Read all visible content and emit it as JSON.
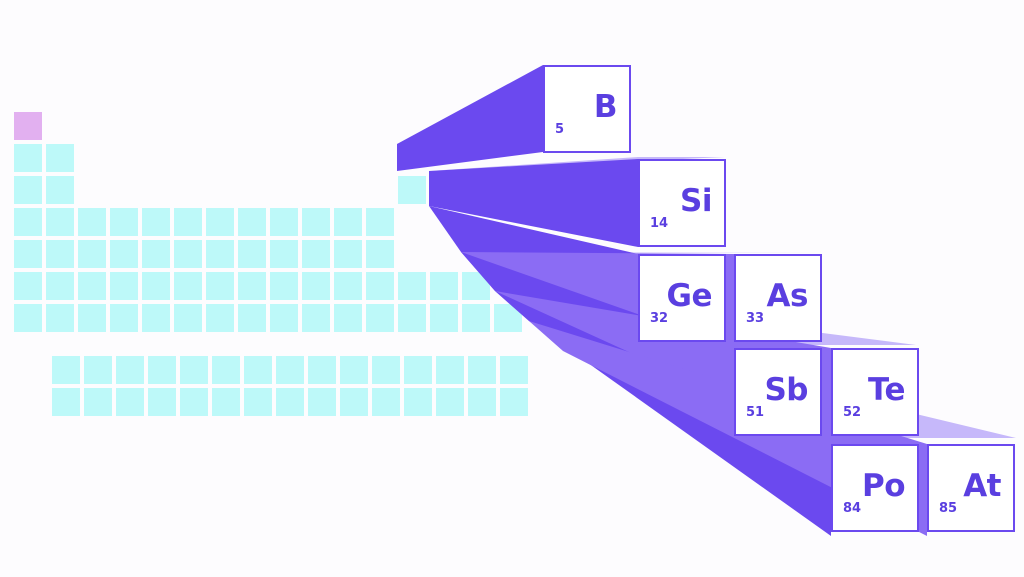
{
  "colors": {
    "background": "#fdfcfe",
    "cell": "#bdf9f9",
    "hydrogen_cell": "#e2b0f0",
    "beam_dark": "#6b49ef",
    "beam_light": "#8b6cf4",
    "beam_top": "#c6b8fa",
    "tile_border": "#6b49ef",
    "tile_text": "#5a3fe0"
  },
  "metalloids": [
    {
      "symbol": "B",
      "number": "5"
    },
    {
      "symbol": "Si",
      "number": "14"
    },
    {
      "symbol": "Ge",
      "number": "32"
    },
    {
      "symbol": "As",
      "number": "33"
    },
    {
      "symbol": "Sb",
      "number": "51"
    },
    {
      "symbol": "Te",
      "number": "52"
    },
    {
      "symbol": "Po",
      "number": "84"
    },
    {
      "symbol": "At",
      "number": "85"
    }
  ]
}
